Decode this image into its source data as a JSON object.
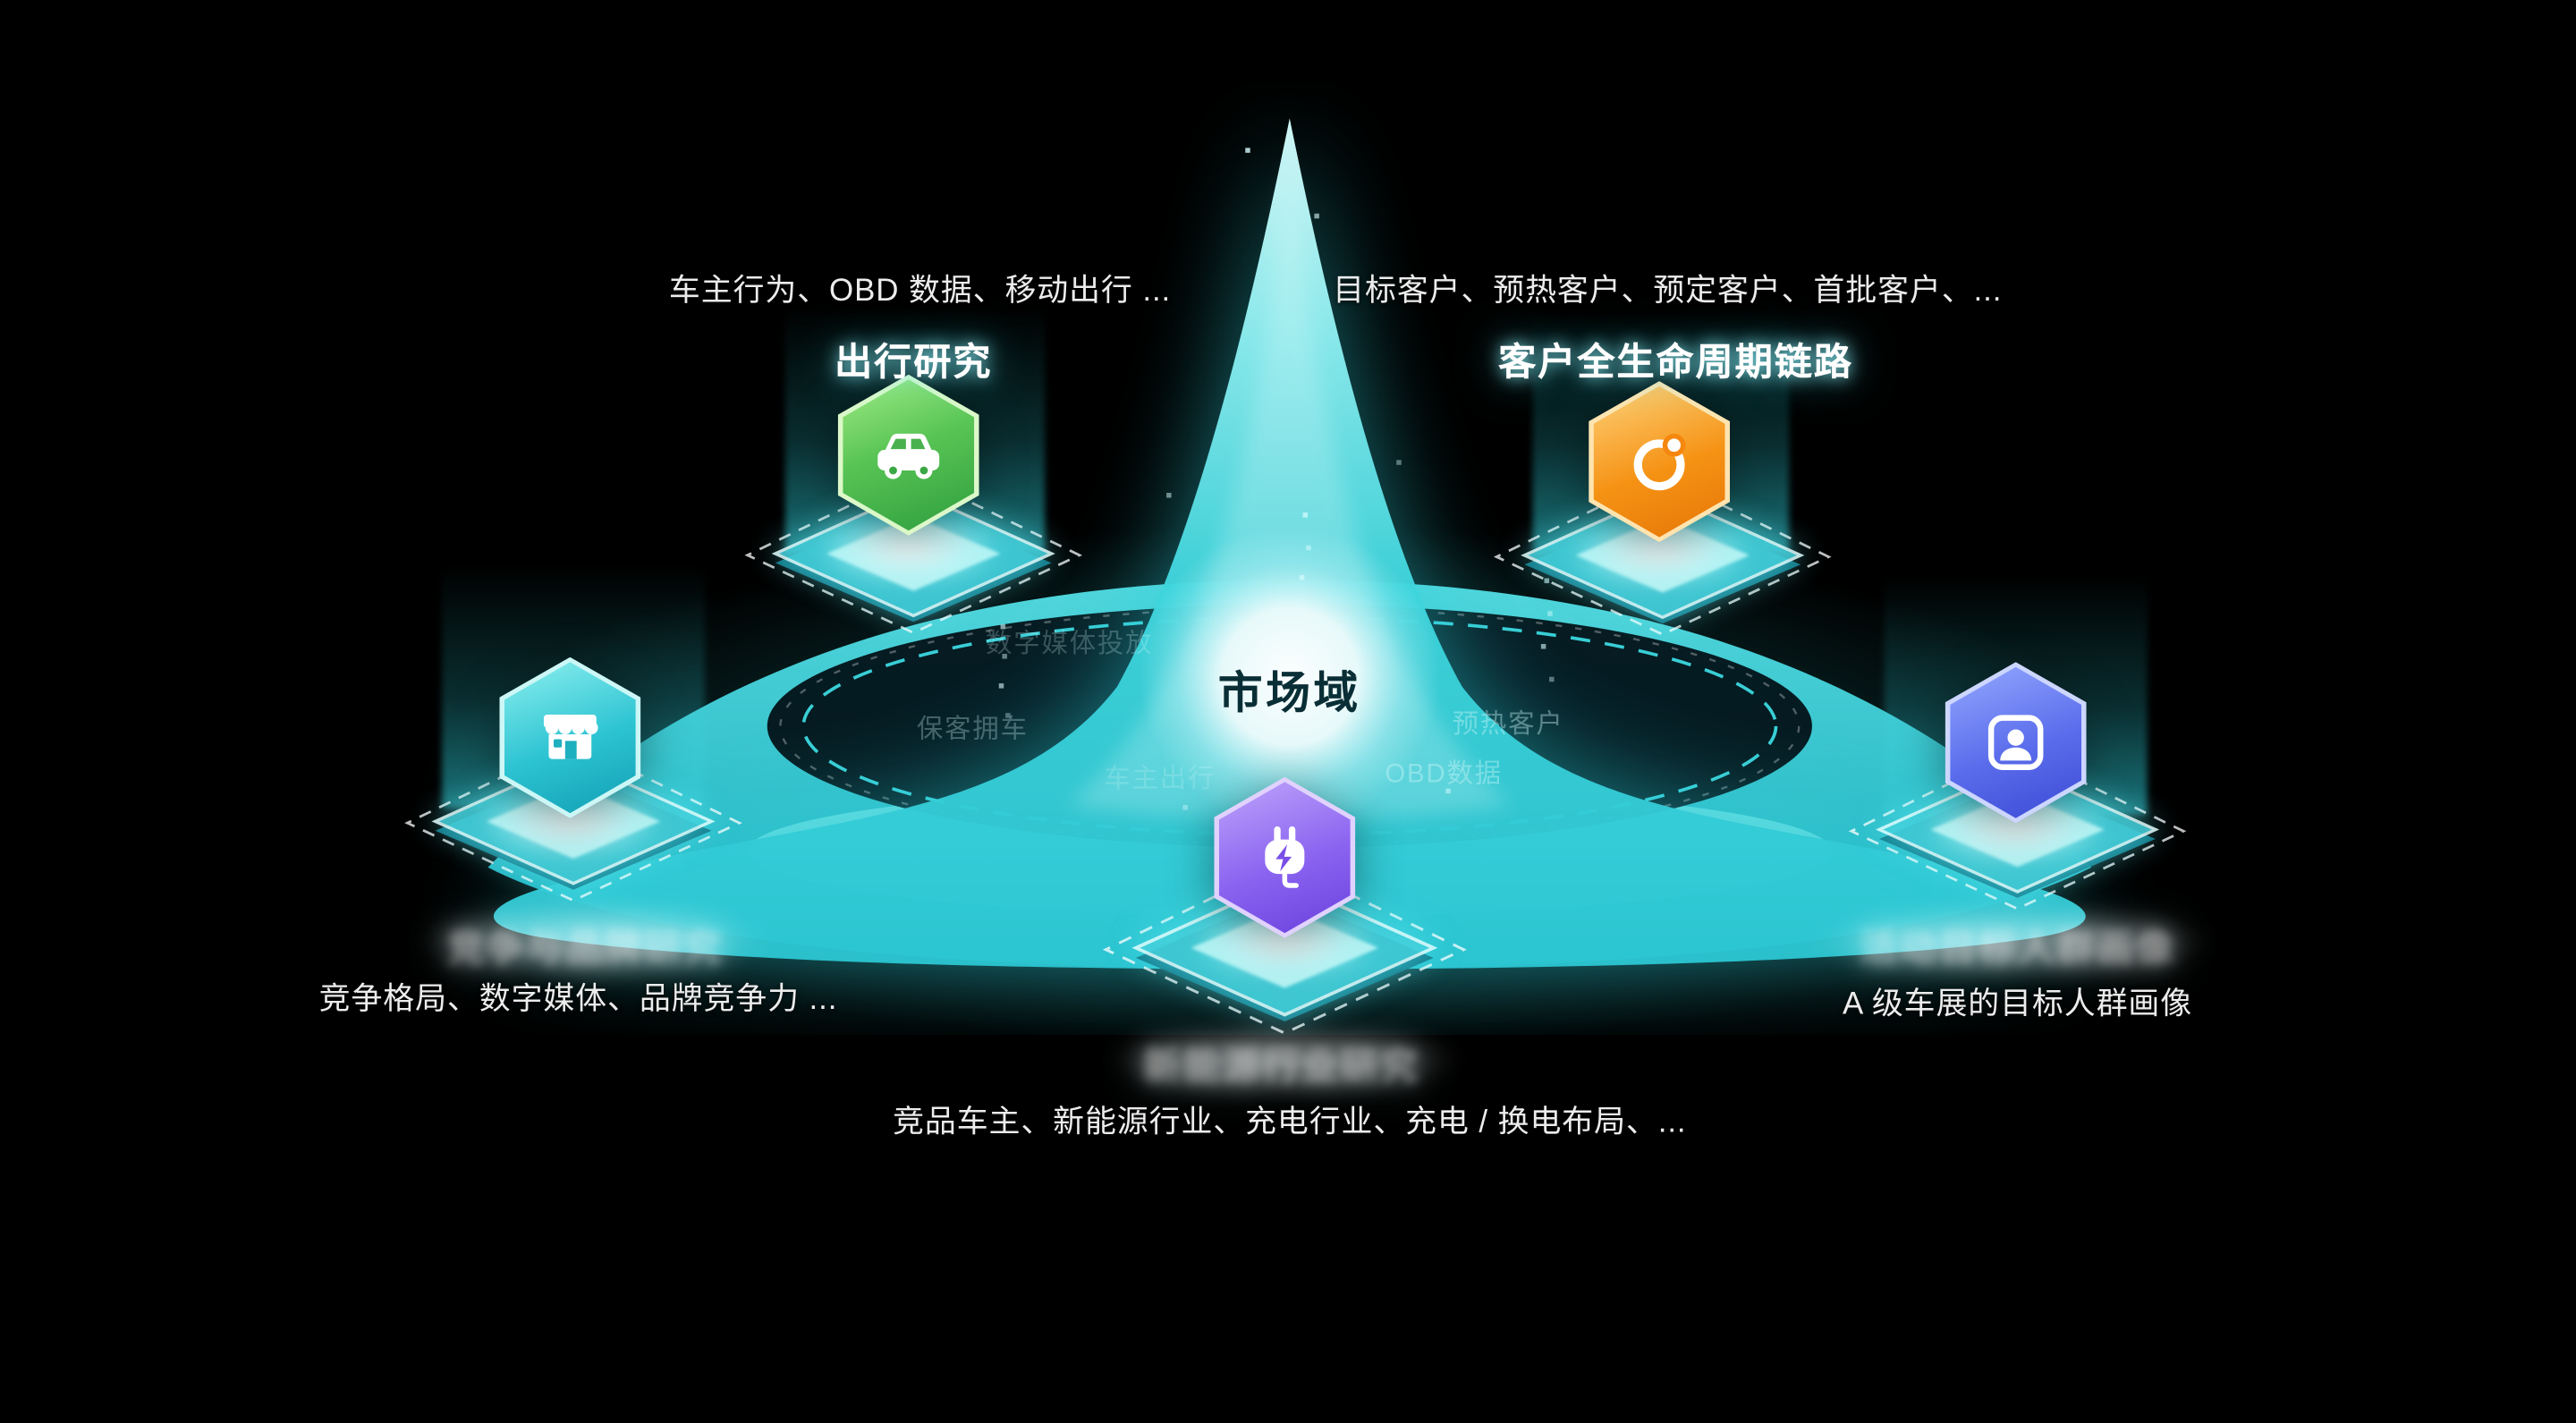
{
  "scene": {
    "background": "#000000",
    "center_label": "市场域"
  },
  "colors": {
    "glow_teal": "#2fd3de",
    "dashed_ring": "#3fe2ea",
    "center_text": "#0a2e36",
    "node_green": "#46b24a",
    "node_orange": "#f5870f",
    "node_teal": "#1fb4c4",
    "node_blue": "#4f63e2",
    "node_purple": "#7e57ea"
  },
  "nodes": [
    {
      "id": "mobility",
      "icon": "car-icon",
      "title": "出行研究",
      "subtitle": "车主行为、OBD 数据、移动出行 ..."
    },
    {
      "id": "lifecycle",
      "icon": "orbit-icon",
      "title": "客户全生命周期链路",
      "subtitle": "目标客户、预热客户、预定客户、首批客户、..."
    },
    {
      "id": "competition",
      "icon": "storefront-icon",
      "title": "竞争与品牌研究",
      "subtitle": "竞争格局、数字媒体、品牌竞争力 ..."
    },
    {
      "id": "audience",
      "icon": "id-card-icon",
      "title": "活动目标人群画像",
      "subtitle": "A 级车展的目标人群画像"
    },
    {
      "id": "new-energy",
      "icon": "charging-icon",
      "title": "新能源行业研究",
      "subtitle": "竞品车主、新能源行业、充电行业、充电 / 换电布局、..."
    }
  ],
  "floating_labels": [
    "数字媒体投放",
    "保客拥车",
    "预热客户",
    "OBD数据",
    "车主出行"
  ]
}
